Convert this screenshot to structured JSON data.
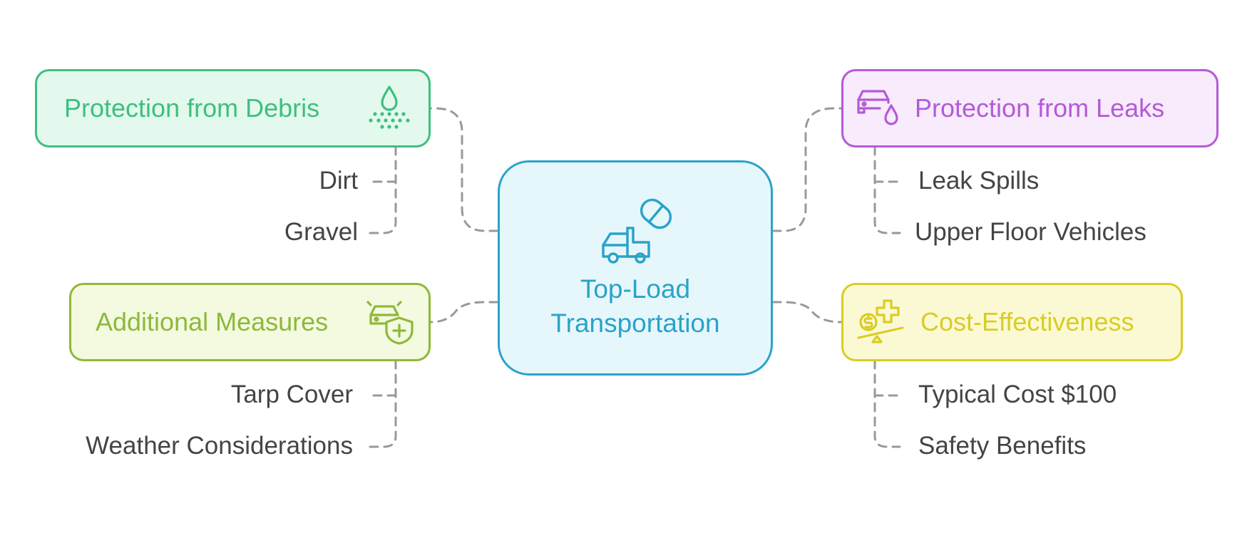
{
  "center": {
    "title_line1": "Top-Load",
    "title_line2": "Transportation",
    "icon": "truck-pill-icon",
    "color": "#2aa3c9",
    "fill": "#e6f7fc"
  },
  "branches": {
    "debris": {
      "title": "Protection from Debris",
      "icon": "droplet-spray-icon",
      "color": "#3fbf7f",
      "fill": "#e3f9ee",
      "items": [
        "Dirt",
        "Gravel"
      ]
    },
    "leaks": {
      "title": "Protection from Leaks",
      "icon": "car-leak-icon",
      "color": "#b45ad6",
      "fill": "#f7ebfc",
      "items": [
        "Leak Spills",
        "Upper Floor Vehicles"
      ]
    },
    "measures": {
      "title": "Additional Measures",
      "icon": "car-shield-icon",
      "color": "#8fb83a",
      "fill": "#f3fadf",
      "items": [
        "Tarp Cover",
        "Weather Considerations"
      ]
    },
    "cost": {
      "title": "Cost-Effectiveness",
      "icon": "scale-coin-plus-icon",
      "color": "#d9cd22",
      "fill": "#fbf9d4",
      "items": [
        "Typical Cost $100",
        "Safety Benefits"
      ]
    }
  },
  "connector_color": "#999999"
}
